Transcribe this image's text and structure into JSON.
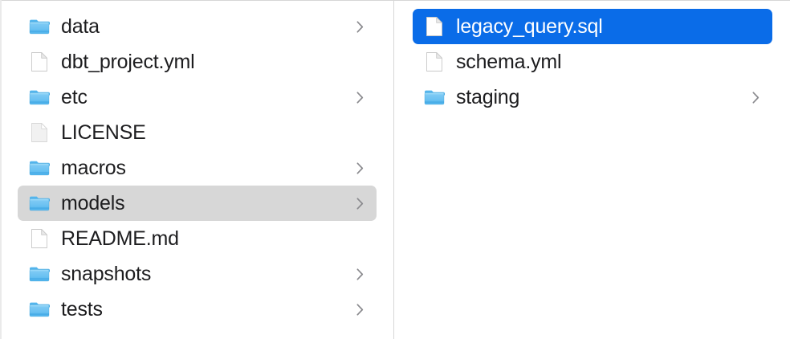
{
  "window": {
    "view_mode": "column-view",
    "divider_color": "#d8d8d8",
    "background": "#ffffff",
    "selection_inactive_color": "#d7d7d7",
    "selection_active_color": "#0a6ce8",
    "text_color": "#1d1d1f",
    "selected_text_color": "#ffffff",
    "chevron_color": "#8a8a8e"
  },
  "columns": [
    {
      "name": "column-one",
      "items": [
        {
          "label": "data",
          "icon": "folder-icon",
          "kind": "folder",
          "chevron": true,
          "selected": false
        },
        {
          "label": "dbt_project.yml",
          "icon": "document-icon",
          "kind": "file",
          "chevron": false,
          "selected": false
        },
        {
          "label": "etc",
          "icon": "folder-icon",
          "kind": "folder",
          "chevron": true,
          "selected": false
        },
        {
          "label": "LICENSE",
          "icon": "document-plain-icon",
          "kind": "file",
          "chevron": false,
          "selected": false
        },
        {
          "label": "macros",
          "icon": "folder-icon",
          "kind": "folder",
          "chevron": true,
          "selected": false
        },
        {
          "label": "models",
          "icon": "folder-icon",
          "kind": "folder",
          "chevron": true,
          "selected": true,
          "selection_style": "gray"
        },
        {
          "label": "README.md",
          "icon": "document-icon",
          "kind": "file",
          "chevron": false,
          "selected": false
        },
        {
          "label": "snapshots",
          "icon": "folder-icon",
          "kind": "folder",
          "chevron": true,
          "selected": false
        },
        {
          "label": "tests",
          "icon": "folder-icon",
          "kind": "folder",
          "chevron": true,
          "selected": false
        }
      ]
    },
    {
      "name": "column-two",
      "items": [
        {
          "label": "legacy_query.sql",
          "icon": "document-icon",
          "kind": "file",
          "chevron": false,
          "selected": true,
          "selection_style": "blue"
        },
        {
          "label": "schema.yml",
          "icon": "document-icon",
          "kind": "file",
          "chevron": false,
          "selected": false
        },
        {
          "label": "staging",
          "icon": "folder-icon",
          "kind": "folder",
          "chevron": true,
          "selected": false
        }
      ]
    }
  ]
}
